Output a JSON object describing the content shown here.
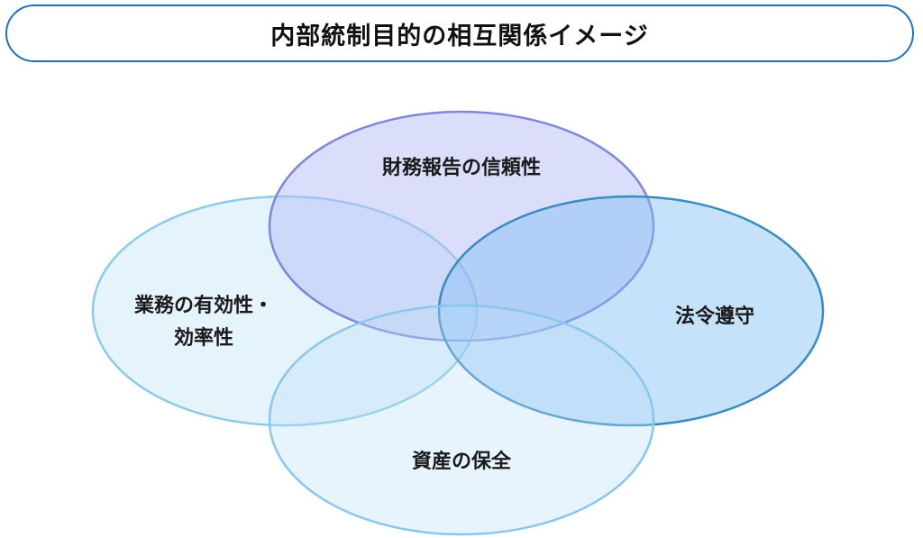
{
  "title": "内部統制目的の相互関係イメージ",
  "circles": [
    {
      "label": "業務の有効性・",
      "label2": "効率性",
      "fill": "#bfe3f4",
      "stroke": "#8ccbe8"
    },
    {
      "label": "財務報告の信頼性",
      "fill": "#b6bdf6",
      "stroke": "#7f86dc"
    },
    {
      "label": "法令遵守",
      "fill": "#80bdf5",
      "stroke": "#3a8cc0"
    },
    {
      "label": "資産の保全",
      "fill": "#b9dcfa",
      "stroke": "#8cc6ee"
    }
  ]
}
